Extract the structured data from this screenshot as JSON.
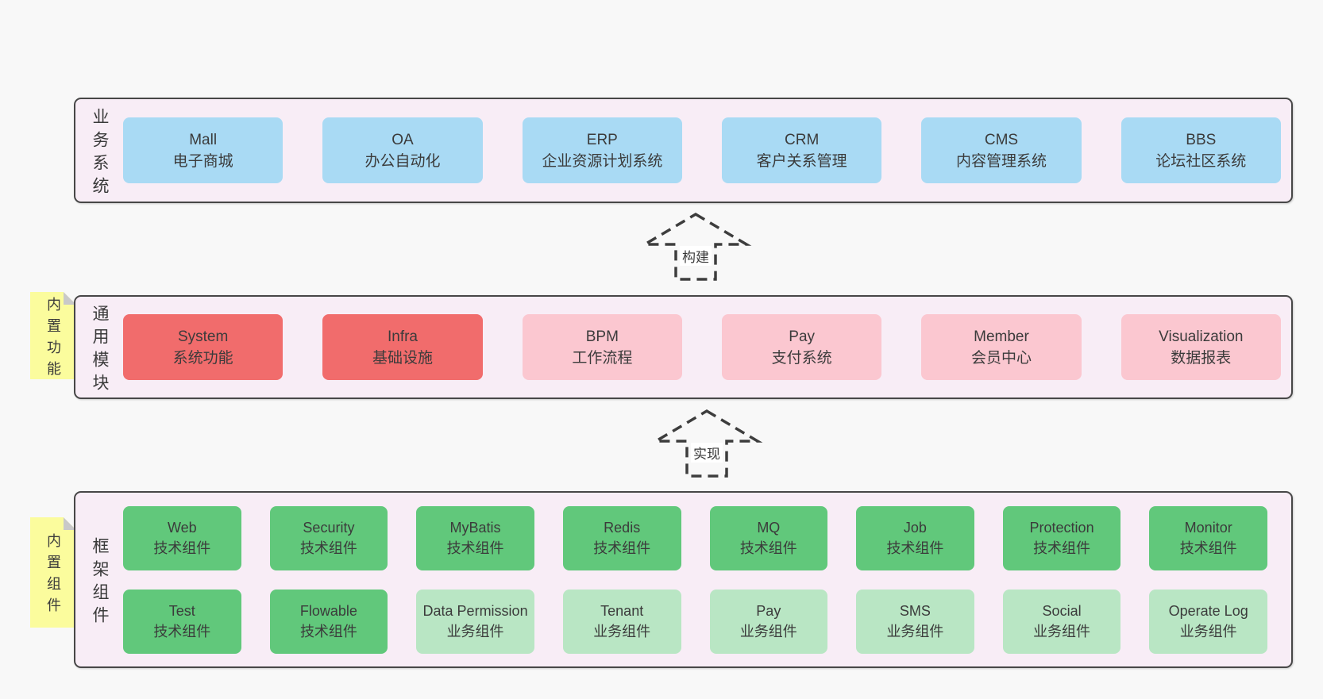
{
  "colors": {
    "page_background": "#f8f8f8",
    "panel_background": "#f8edf6",
    "panel_border": "#474747",
    "blue_box": "#a9daf4",
    "red_box": "#f16c6c",
    "pink_box": "#fbc7d0",
    "green_box": "#61c87b",
    "lightgreen_box": "#b9e6c4",
    "sticky_note": "#fbfc9d",
    "sticky_fold": "#c9c9c9",
    "text": "#3b3b3b"
  },
  "arrows": [
    {
      "label": "构建"
    },
    {
      "label": "实现"
    }
  ],
  "layers": [
    {
      "id": "business-systems",
      "label": "业务系统",
      "boxes": [
        {
          "en": "Mall",
          "zh": "电子商城"
        },
        {
          "en": "OA",
          "zh": "办公自动化"
        },
        {
          "en": "ERP",
          "zh": "企业资源计划系统"
        },
        {
          "en": "CRM",
          "zh": "客户关系管理"
        },
        {
          "en": "CMS",
          "zh": "内容管理系统"
        },
        {
          "en": "BBS",
          "zh": "论坛社区系统"
        }
      ]
    },
    {
      "id": "common-modules",
      "label": "通用模块",
      "sticky": "内置功能",
      "boxes": [
        {
          "en": "System",
          "zh": "系统功能"
        },
        {
          "en": "Infra",
          "zh": "基础设施"
        },
        {
          "en": "BPM",
          "zh": "工作流程"
        },
        {
          "en": "Pay",
          "zh": "支付系统"
        },
        {
          "en": "Member",
          "zh": "会员中心"
        },
        {
          "en": "Visualization",
          "zh": "数据报表"
        }
      ]
    },
    {
      "id": "framework-components",
      "label": "框架组件",
      "sticky": "内置组件",
      "rows": [
        [
          {
            "en": "Web",
            "zh": "技术组件"
          },
          {
            "en": "Security",
            "zh": "技术组件"
          },
          {
            "en": "MyBatis",
            "zh": "技术组件"
          },
          {
            "en": "Redis",
            "zh": "技术组件"
          },
          {
            "en": "MQ",
            "zh": "技术组件"
          },
          {
            "en": "Job",
            "zh": "技术组件"
          },
          {
            "en": "Protection",
            "zh": "技术组件"
          },
          {
            "en": "Monitor",
            "zh": "技术组件"
          }
        ],
        [
          {
            "en": "Test",
            "zh": "技术组件"
          },
          {
            "en": "Flowable",
            "zh": "技术组件"
          },
          {
            "en": "Data Permission",
            "zh": "业务组件"
          },
          {
            "en": "Tenant",
            "zh": "业务组件"
          },
          {
            "en": "Pay",
            "zh": "业务组件"
          },
          {
            "en": "SMS",
            "zh": "业务组件"
          },
          {
            "en": "Social",
            "zh": "业务组件"
          },
          {
            "en": "Operate Log",
            "zh": "业务组件"
          }
        ]
      ]
    }
  ]
}
